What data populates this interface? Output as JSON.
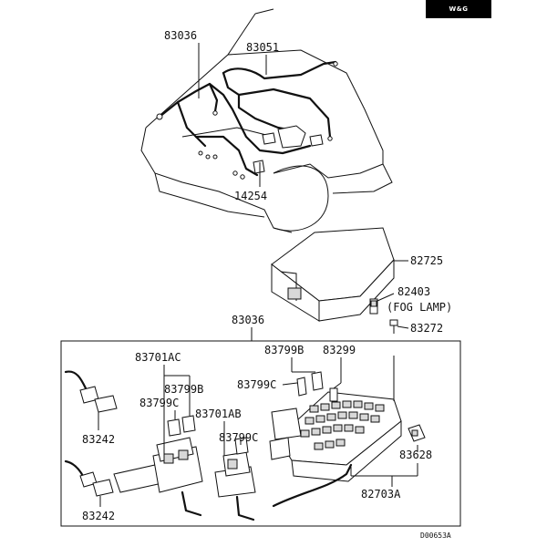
{
  "badge": {
    "text": "W&G"
  },
  "labels": {
    "p83036_top": "83036",
    "p83051": "83051",
    "p14254": "14254",
    "p82725": "82725",
    "p82403": "82403",
    "fog_lamp": "(FOG LAMP)",
    "p83272": "83272",
    "p83036_mid": "83036",
    "p83701AC": "83701AC",
    "p83799B_left": "83799B",
    "p83799C_left": "83799C",
    "p83701AB": "83701AB",
    "p83799C_mid": "83799C",
    "p83799B_right": "83799B",
    "p83299": "83299",
    "p83799C_right": "83799C",
    "p83242_top": "83242",
    "p83242_bot": "83242",
    "p83628": "83628",
    "p82703A": "82703A"
  },
  "diagram_code": "D00653A"
}
